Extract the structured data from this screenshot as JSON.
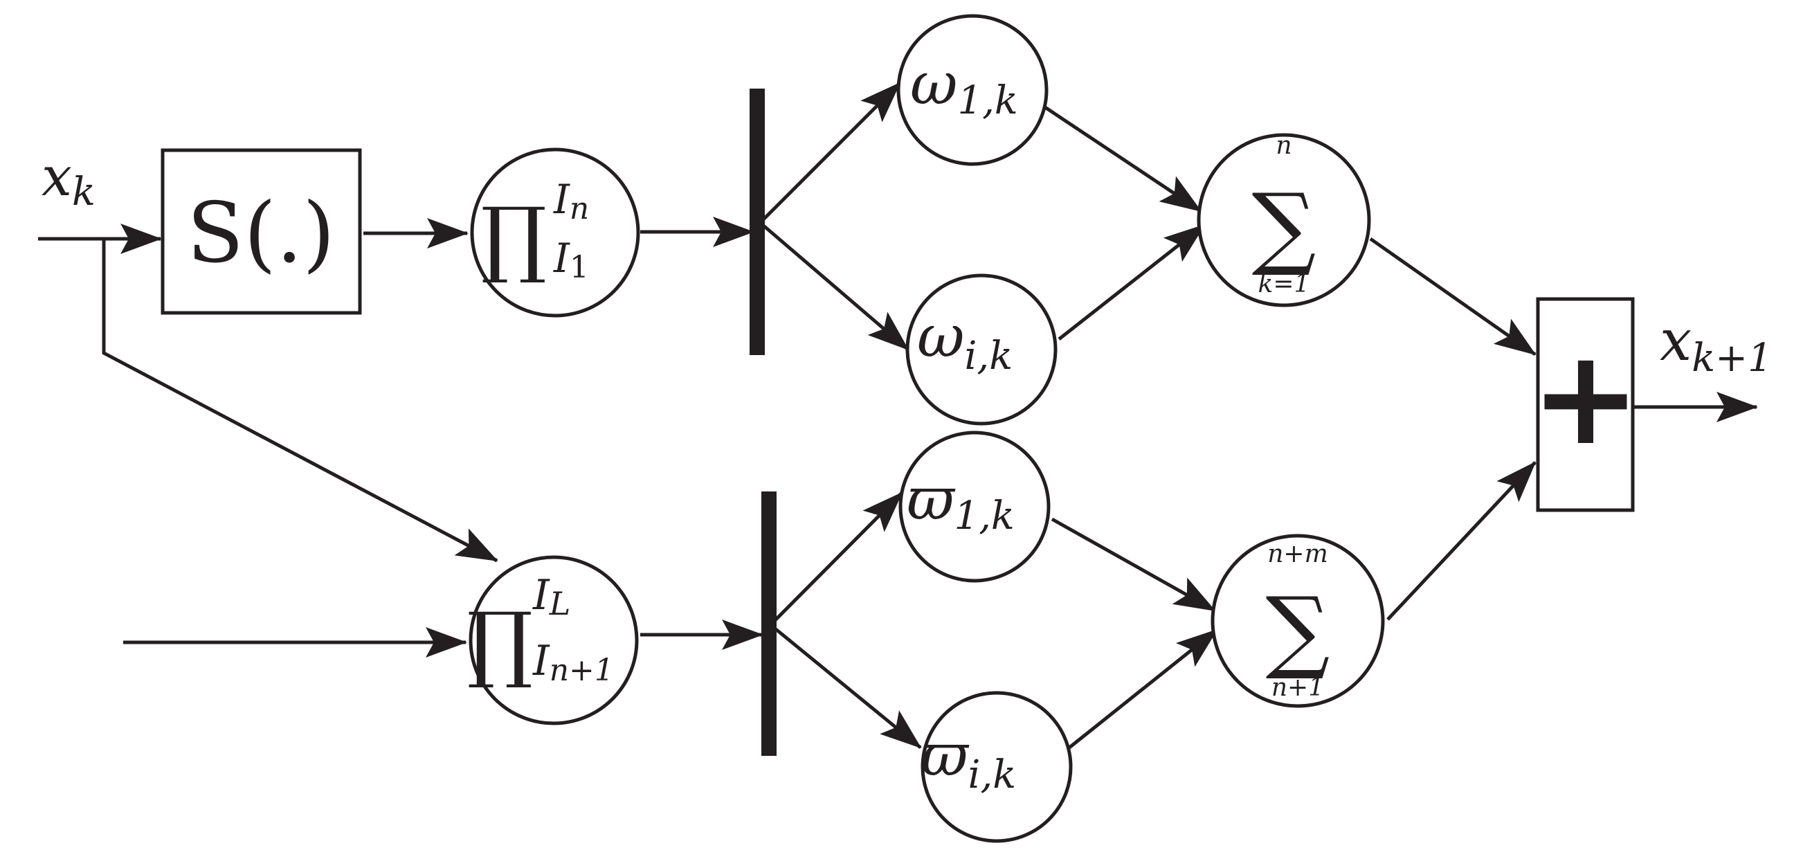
{
  "diagram": {
    "input": {
      "var": "x",
      "sub": "k"
    },
    "output": {
      "var": "x",
      "sub": "k+1"
    },
    "s_block": {
      "label": "S(.)"
    },
    "prod_top": {
      "sym": "∏",
      "sup": "I",
      "sup_sub": "n",
      "sub": "I",
      "sub_sub": "1"
    },
    "prod_bottom": {
      "sym": "∏",
      "sup": "I",
      "sup_sub": "L",
      "sub": "I",
      "sub_sub": "n+1"
    },
    "weights_top": [
      {
        "var": "ω",
        "sub": "1,k"
      },
      {
        "var": "ω",
        "sub": "i,k"
      }
    ],
    "weights_bottom": [
      {
        "var": "ϖ",
        "sub": "1,k"
      },
      {
        "var": "ϖ",
        "sub": "i,k"
      }
    ],
    "sum_top": {
      "sym": "∑",
      "upper": "n",
      "lower": "k=1"
    },
    "sum_bottom": {
      "sym": "∑",
      "upper": "n+m",
      "lower": "n+1"
    },
    "adder": {
      "sym": "+"
    }
  }
}
